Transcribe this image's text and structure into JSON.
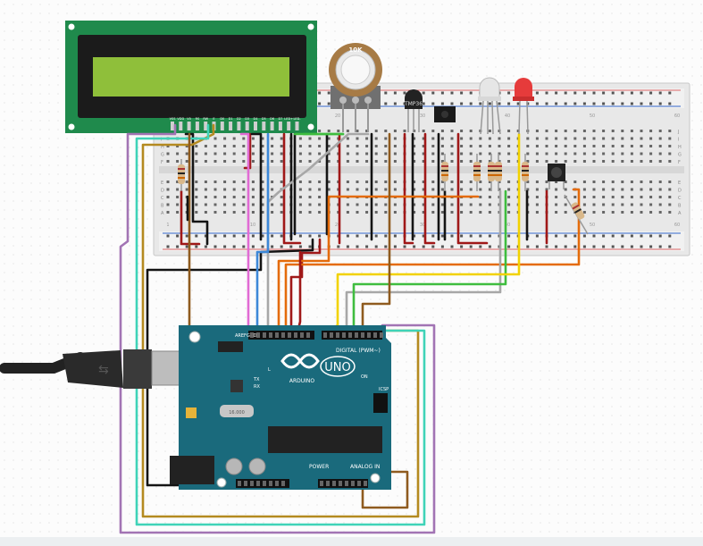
{
  "lcd": {
    "pin_labels": [
      "VSS",
      "VDD",
      "V0",
      "RS",
      "RW",
      "E",
      "D0",
      "D1",
      "D2",
      "D3",
      "D4",
      "D5",
      "D6",
      "D7",
      "LED+",
      "LED-"
    ]
  },
  "potentiometer": {
    "label": "10K"
  },
  "sensor": {
    "label": "TMP36"
  },
  "breadboard": {
    "row_letters_top": [
      "J",
      "I",
      "H",
      "G",
      "F"
    ],
    "row_letters_bottom": [
      "E",
      "D",
      "C",
      "B",
      "A"
    ],
    "column_numbers": [
      "1",
      "10",
      "20",
      "30",
      "40",
      "50",
      "60"
    ]
  },
  "arduino": {
    "model": "UNO",
    "brand": "ARDUINO",
    "digital_label": "DIGITAL (PWM~)",
    "power_label": "POWER",
    "analog_label": "ANALOG IN",
    "icsp_label": "ICSP",
    "tx_label": "TX",
    "rx_label": "RX",
    "l_label": "L",
    "on_label": "ON",
    "aref_label": "AREF",
    "gnd_label": "GND",
    "crystal_label": "16.000"
  },
  "colors": {
    "lcd_pcb": "#1f8a4c",
    "lcd_screen": "#8fbf3a",
    "arduino_pcb": "#1a6a7c",
    "breadboard": "#e7e7e7",
    "wire_red": "#a01818",
    "wire_black": "#141414",
    "wire_orange": "#e46b0a",
    "wire_green": "#3fbd3f",
    "wire_yellow": "#f2d200",
    "wire_pink": "#e16bd4",
    "wire_blue": "#3d88d8",
    "wire_gray": "#a7a7a7",
    "wire_purple": "#a274b4",
    "wire_teal": "#3fd3b8",
    "wire_brown": "#8f5b1f",
    "wire_ochre": "#b48a20"
  }
}
